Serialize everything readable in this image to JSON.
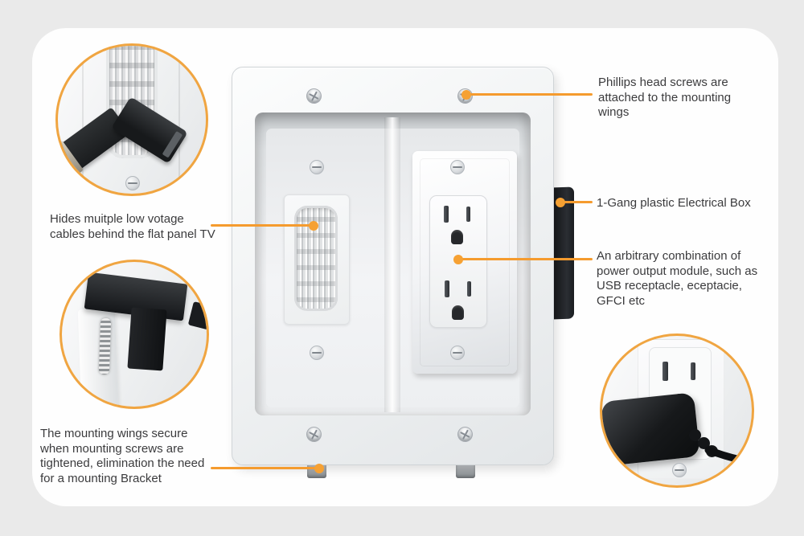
{
  "palette": {
    "background": "#eaeaea",
    "card": "#fefefe",
    "accent_orange": "#f59b2e",
    "text": "#3b3b3d",
    "product_dark": "#1a1c1f"
  },
  "callouts": {
    "phillips_screws": {
      "text": "Phillips head screws are attached to the mounting wings"
    },
    "gang_box": {
      "text": "1-Gang plastic Electrical Box"
    },
    "power_module": {
      "text": "An arbitrary combination of power output module, such as USB receptacle, eceptacie, GFCI etc"
    },
    "low_voltage": {
      "text": "Hides muitple low votage cables behind the flat panel TV"
    },
    "mounting_wings": {
      "text": "The mounting wings secure when mounting screws are tightened, elimination the need for a mounting Bracket"
    }
  },
  "insets": {
    "brush_cables": "brush-pass-through-with-cables-photo",
    "mounting_wing": "mounting-wing-screw-photo",
    "plug_outlet": "power-plug-in-outlet-photo"
  }
}
